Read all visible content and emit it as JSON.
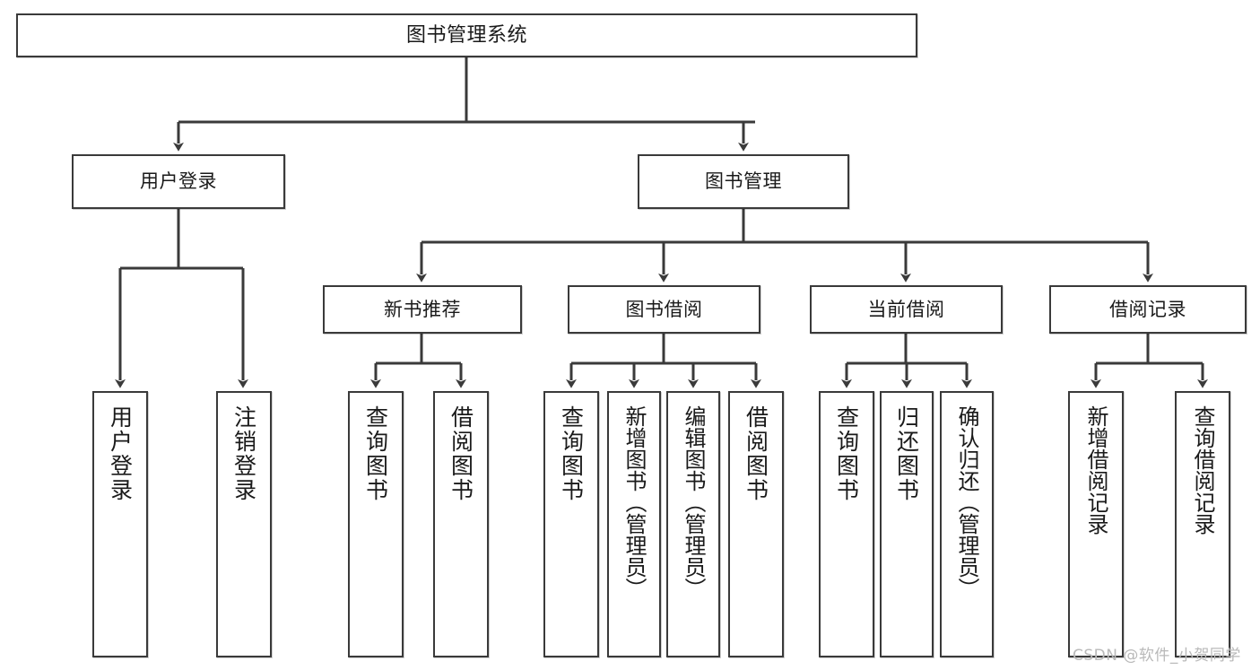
{
  "diagram": {
    "title": "图书管理系统",
    "type": "tree-hierarchy",
    "colors": {
      "stroke": "#3a3a3a",
      "fill": "#ffffff",
      "text": "#1a1a1a",
      "watermark": "#b9b9b9",
      "background": "#ffffff"
    },
    "root": {
      "label": "图书管理系统"
    },
    "level2": [
      {
        "label": "用户登录"
      },
      {
        "label": "图书管理"
      }
    ],
    "level3": [
      {
        "label": "新书推荐"
      },
      {
        "label": "图书借阅"
      },
      {
        "label": "当前借阅"
      },
      {
        "label": "借阅记录"
      }
    ],
    "leaves": [
      {
        "label": "用户登录",
        "parent": "用户登录"
      },
      {
        "label": "注销登录",
        "parent": "用户登录"
      },
      {
        "label": "查询图书",
        "parent": "新书推荐"
      },
      {
        "label": "借阅图书",
        "parent": "新书推荐"
      },
      {
        "label": "查询图书",
        "parent": "图书借阅"
      },
      {
        "label": "新增图书（管理员）",
        "parent": "图书借阅"
      },
      {
        "label": "编辑图书（管理员）",
        "parent": "图书借阅"
      },
      {
        "label": "借阅图书",
        "parent": "图书借阅"
      },
      {
        "label": "查询图书",
        "parent": "当前借阅"
      },
      {
        "label": "归还图书",
        "parent": "当前借阅"
      },
      {
        "label": "确认归还（管理员）",
        "parent": "当前借阅"
      },
      {
        "label": "新增借阅记录",
        "parent": "借阅记录"
      },
      {
        "label": "查询借阅记录",
        "parent": "借阅记录"
      }
    ],
    "watermark": "CSDN @软件_小贺同学"
  }
}
